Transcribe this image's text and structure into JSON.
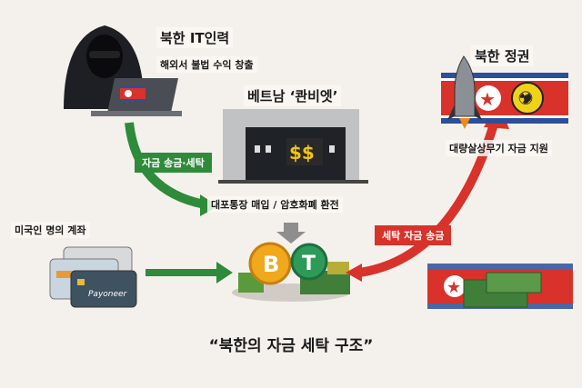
{
  "nodes": {
    "it_workers": {
      "title": "북한 IT인력",
      "subtitle": "해외서 불법 수익 창출"
    },
    "vietnam": {
      "title": "베트남 ‘콴비엣’",
      "caption": "대포통장 매입 / 암호화폐 환전",
      "sign": "$$"
    },
    "us_accounts": {
      "title": "미국인 명의 계좌",
      "card_brand": "Payoneer"
    },
    "regime": {
      "title": "북한 정권",
      "caption": "대량살상무기 자금 지원"
    }
  },
  "arrows": {
    "green_label": "자금 송금·세탁",
    "red_label": "세탁 자금 송금"
  },
  "footer": {
    "title": "“북한의 자금 세탁 구조”"
  },
  "colors": {
    "green": "#2e8b3a",
    "red": "#d8322a",
    "background": "#f4f1ec",
    "flag_blue": "#2a4f9c",
    "flag_red": "#d8322a"
  },
  "icons": [
    "hooded-hacker-icon",
    "laptop-icon",
    "building-icon",
    "bitcoin-icon",
    "tether-icon",
    "cash-stack-icon",
    "credit-card-icon",
    "missile-icon",
    "radiation-icon",
    "nk-flag-icon"
  ]
}
